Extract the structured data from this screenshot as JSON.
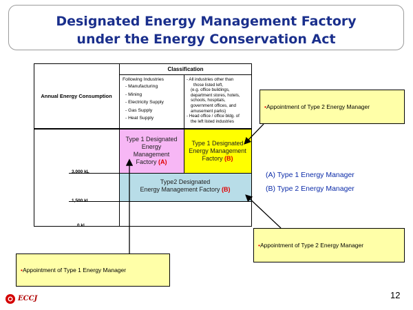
{
  "title": {
    "line1": "Designated Energy Management Factory",
    "line2": "under the Energy Conservation Act"
  },
  "table": {
    "classification_header": "Classification",
    "row_header": "Annual Energy Consumption",
    "following_industries": {
      "heading": "Following Industries",
      "items": [
        "- Manufacturing",
        "- Mining",
        "- Electricity Supply",
        "- Gas Supply",
        "- Heat Supply"
      ]
    },
    "other_industries": {
      "line1": "- All industries other than",
      "line2": "those listed left,",
      "line3": "(e.g. office buildings,",
      "line4": "department stores, hotels,",
      "line5": "schools, hospitals,",
      "line6": "government offices, and",
      "line7": "amusement parks)",
      "line8": "- Head office / office bldg. of",
      "line9": "the left listed industries"
    },
    "type1a": {
      "line1": "Type 1 Designated",
      "line2": "Energy",
      "line3": "Management",
      "line4": "Factory",
      "tag": "(A)"
    },
    "type1b": {
      "line1": "Type 1 Designated",
      "line2": "Energy Management",
      "line3": "Factory",
      "tag": "(B)"
    },
    "type2": {
      "line1": "Type2 Designated",
      "line2": "Energy Management Factory",
      "tag": "(B)"
    },
    "thresholds": [
      "3,000 kL",
      "1,500 kL",
      "0 kl"
    ]
  },
  "callouts": {
    "top_right": "Appointment of Type 2 Energy Manager",
    "bottom_right": "Appointment of Type 2 Energy Manager",
    "bottom_left": "Appointment of Type 1 Energy Manager",
    "bullet": "•"
  },
  "legend": {
    "a": "(A) Type 1 Energy Manager",
    "b": "(B) Type 2 Energy Manager"
  },
  "page_number": "12",
  "logo": {
    "text": "ECCJ"
  },
  "colors": {
    "title": "#1a2f8c",
    "pink": "#f7b7f5",
    "yellow": "#ffff00",
    "blue": "#b8dde8",
    "callout": "#ffffa8",
    "accent_red": "#e00000",
    "legend_blue": "#0a2aa8"
  }
}
